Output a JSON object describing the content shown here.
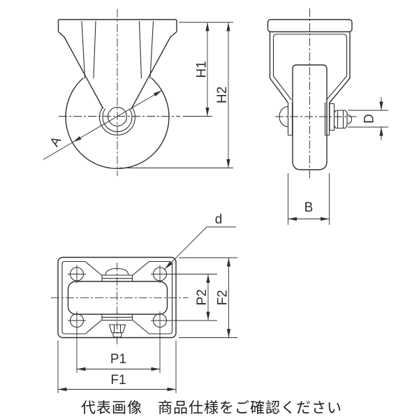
{
  "drawing": {
    "front_view": {
      "labels": {
        "H1": "H1",
        "H2": "H2",
        "A": "A"
      }
    },
    "side_view": {
      "labels": {
        "D": "D",
        "B": "B"
      }
    },
    "plan_view": {
      "labels": {
        "d": "d",
        "P2": "P2",
        "F2": "F2",
        "P1": "P1",
        "F1": "F1"
      }
    },
    "footer": {
      "note": "代表画像　商品仕様をご確認ください"
    }
  },
  "colors": {
    "line": "#2f2f2f",
    "background": "#ffffff"
  }
}
